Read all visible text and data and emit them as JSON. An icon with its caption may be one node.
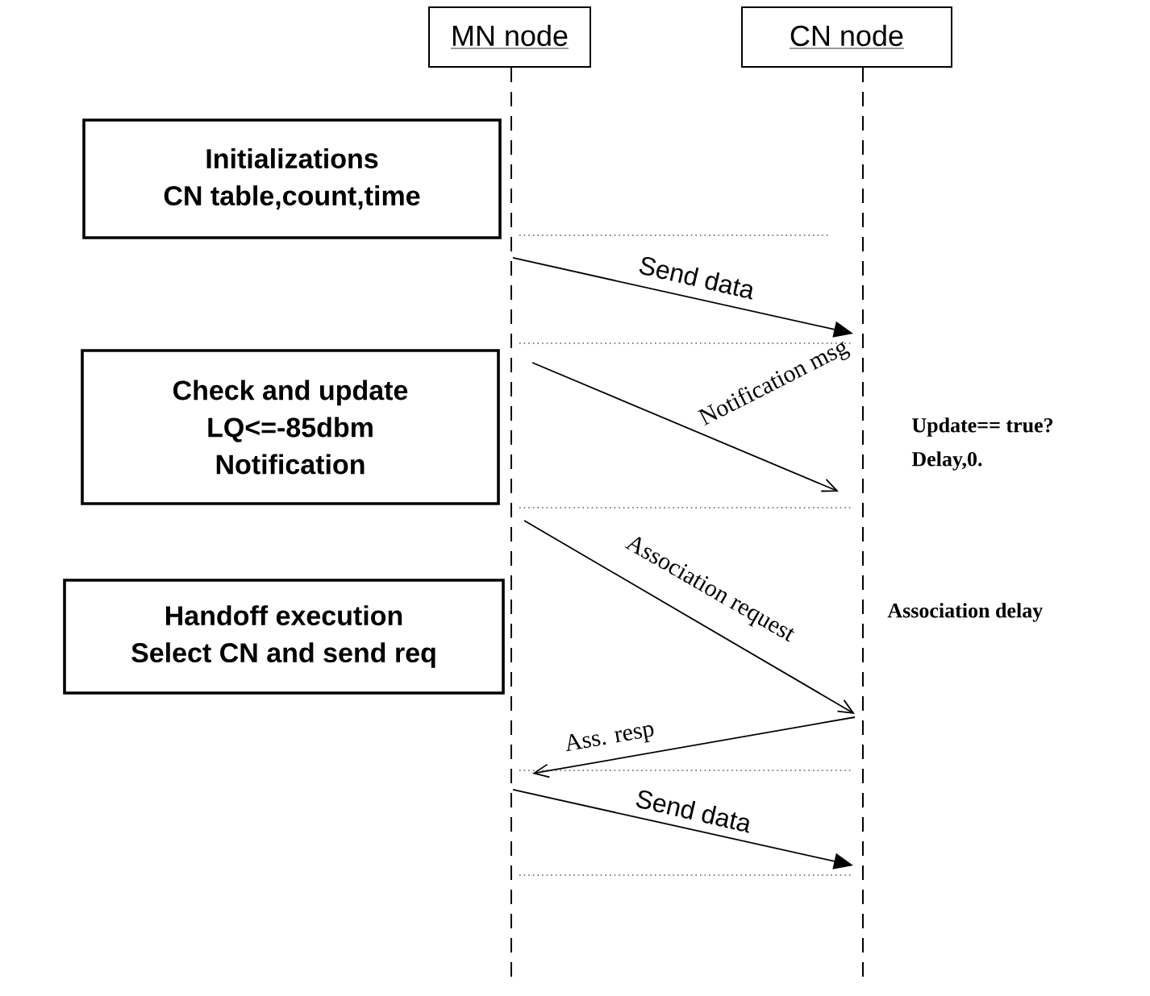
{
  "diagram": {
    "nodes": [
      {
        "text": [
          "MN node"
        ]
      },
      {
        "text": [
          "CN node"
        ]
      },
      {
        "text": [
          "Initializations",
          "CN table,count,time"
        ]
      },
      {
        "text": [
          "Check and update",
          "LQ<=-85dbm",
          "Notification"
        ]
      },
      {
        "text": [
          "Handoff execution",
          "Select CN and send req"
        ]
      }
    ],
    "edges": [
      {
        "from": 0,
        "to": 1,
        "arrow": "to",
        "label": "Send data"
      },
      {
        "from": 0,
        "to": 1,
        "arrow": "to",
        "label": "Notification msg"
      },
      {
        "from": 0,
        "to": 1,
        "arrow": "to",
        "label": "Association request"
      },
      {
        "from": 1,
        "to": 0,
        "arrow": "to",
        "label": "Ass. resp"
      },
      {
        "from": 0,
        "to": 1,
        "arrow": "to",
        "label": "Send data"
      }
    ],
    "labels": [
      "Update== true?",
      "Delay,0.",
      "Association delay"
    ]
  }
}
